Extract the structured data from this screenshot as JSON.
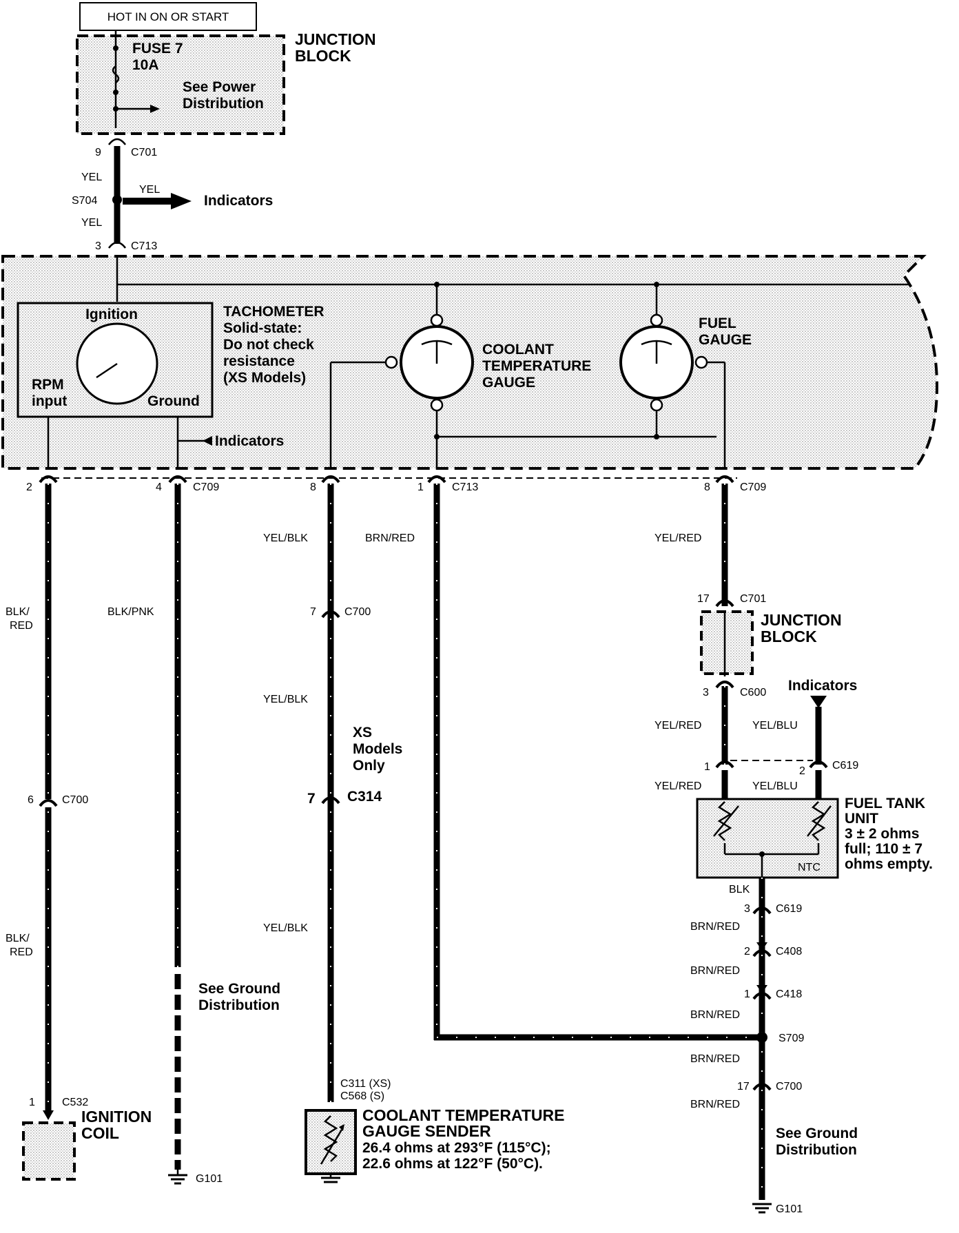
{
  "header": {
    "hot_label": "HOT IN ON OR START"
  },
  "junction_block_top": {
    "title_line1": "JUNCTION",
    "title_line2": "BLOCK",
    "fuse_line1": "FUSE 7",
    "fuse_line2": "10A",
    "note_line1": "See Power",
    "note_line2": "Distribution"
  },
  "top_wire": {
    "pin_9": "9",
    "conn_c701": "C701",
    "yel_a": "YEL",
    "splice": "S704",
    "yel_branch": "YEL",
    "indicators": "Indicators",
    "yel_b": "YEL",
    "pin_3": "3",
    "conn_c713": "C713"
  },
  "tachometer": {
    "ignition": "Ignition",
    "rpm_line1": "RPM",
    "rpm_line2": "input",
    "ground": "Ground",
    "desc_line1": "TACHOMETER",
    "desc_line2": "Solid-state:",
    "desc_line3": "Do not check",
    "desc_line4": "resistance",
    "desc_line5": "(XS Models)",
    "indicators": "Indicators"
  },
  "coolant_gauge": {
    "line1": "COOLANT",
    "line2": "TEMPERATURE",
    "line3": "GAUGE"
  },
  "fuel_gauge": {
    "line1": "FUEL",
    "line2": "GAUGE"
  },
  "bottom_connectors": {
    "p2": "2",
    "p4": "4",
    "c709a": "C709",
    "p8a": "8",
    "p1": "1",
    "c713": "C713",
    "p8b": "8",
    "c709b": "C709"
  },
  "wire_col1": {
    "color_1a": "BLK/",
    "color_1b": "RED",
    "pin_6": "6",
    "conn_c700": "C700",
    "color_2a": "BLK/",
    "color_2b": "RED",
    "pin_1": "1",
    "conn_c532": "C532",
    "dest_line1": "IGNITION",
    "dest_line2": "COIL"
  },
  "wire_col2": {
    "color": "BLK/PNK",
    "note_line1": "See Ground",
    "note_line2": "Distribution",
    "ground": "G101"
  },
  "wire_col3": {
    "color_1": "YEL/BLK",
    "pin_7a": "7",
    "conn_c700": "C700",
    "color_2": "YEL/BLK",
    "xs_line1": "XS",
    "xs_line2": "Models",
    "xs_line3": "Only",
    "pin_7b": "7",
    "conn_c314": "C314",
    "color_3": "YEL/BLK",
    "conn_c311": "C311 (XS)",
    "conn_c568": "C568 (S)",
    "sender_line1": "COOLANT TEMPERATURE",
    "sender_line2": "GAUGE SENDER",
    "sender_line3": "26.4 ohms at 293°F (115°C);",
    "sender_line4": "22.6 ohms at 122°F (50°C)."
  },
  "wire_col4": {
    "color": "BRN/RED"
  },
  "fuel_circuit": {
    "color_1": "YEL/RED",
    "pin_17": "17",
    "conn_c701": "C701",
    "jb_line1": "JUNCTION",
    "jb_line2": "BLOCK",
    "pin_3": "3",
    "conn_c600": "C600",
    "indicators": "Indicators",
    "color_2": "YEL/RED",
    "color_blu": "YEL/BLU",
    "pin_1": "1",
    "pin_2": "2",
    "conn_c619": "C619",
    "color_3": "YEL/RED",
    "color_blu2": "YEL/BLU",
    "tank_line1": "FUEL TANK",
    "tank_line2": "UNIT",
    "tank_line3": "3 ± 2 ohms",
    "tank_line4": "full; 110 ± 7",
    "tank_line5": "ohms empty.",
    "ntc": "NTC",
    "blk": "BLK",
    "pin_3b": "3",
    "conn_c619b": "C619",
    "brn_1": "BRN/RED",
    "pin_2b": "2",
    "conn_c408": "C408",
    "brn_2": "BRN/RED",
    "pin_1b": "1",
    "conn_c418": "C418",
    "brn_3": "BRN/RED",
    "splice": "S709",
    "brn_4": "BRN/RED",
    "pin_17b": "17",
    "conn_c700": "C700",
    "brn_5": "BRN/RED",
    "note_line1": "See Ground",
    "note_line2": "Distribution",
    "ground": "G101"
  }
}
